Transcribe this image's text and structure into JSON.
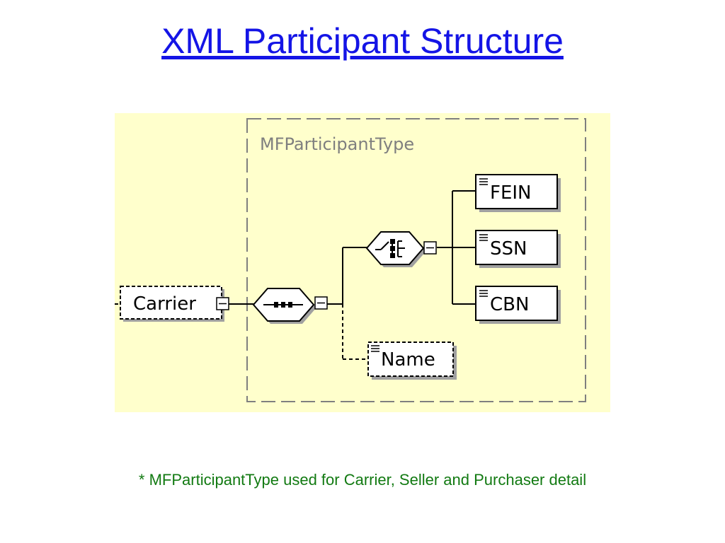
{
  "slide": {
    "title": "XML Participant Structure",
    "footnote": "* MFParticipantType used for Carrier, Seller and Purchaser detail"
  },
  "diagram": {
    "type_label": "MFParticipantType",
    "root": {
      "label": "Carrier",
      "optional": true
    },
    "compositors": [
      {
        "kind": "sequence",
        "icon": "sequence-icon"
      },
      {
        "kind": "choice",
        "icon": "choice-icon"
      }
    ],
    "choice_elements": [
      {
        "label": "FEIN",
        "optional": false
      },
      {
        "label": "SSN",
        "optional": false
      },
      {
        "label": "CBN",
        "optional": false
      }
    ],
    "sequence_elements": [
      {
        "label": "Name",
        "optional": true
      }
    ]
  },
  "colors": {
    "title": "#1414e6",
    "footnote": "#127a12",
    "panel_background": "#ffffcc",
    "type_label": "#7f7f7f",
    "border": "#000000",
    "shadow": "#a0a0a0"
  }
}
